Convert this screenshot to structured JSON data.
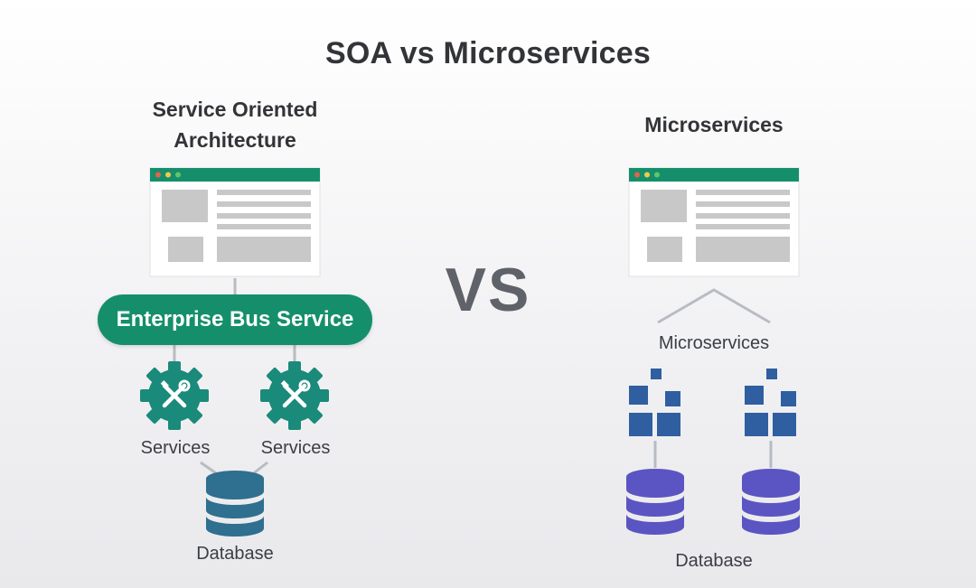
{
  "title": "SOA vs Microservices",
  "vs": "VS",
  "soa": {
    "heading_line1": "Service Oriented",
    "heading_line2": "Architecture",
    "bus_label": "Enterprise Bus Service",
    "services": [
      "Services",
      "Services"
    ],
    "database_label": "Database"
  },
  "micro": {
    "heading": "Microservices",
    "services_label": "Microservices",
    "database_label": "Database"
  },
  "colors": {
    "green": "#158f6b",
    "teal_gear": "#1a8a7a",
    "db_soa": "#2f6f8f",
    "ms_blue": "#2f5fa0",
    "db_micro": "#5a55c2",
    "window_gray": "#c8c8c8"
  }
}
